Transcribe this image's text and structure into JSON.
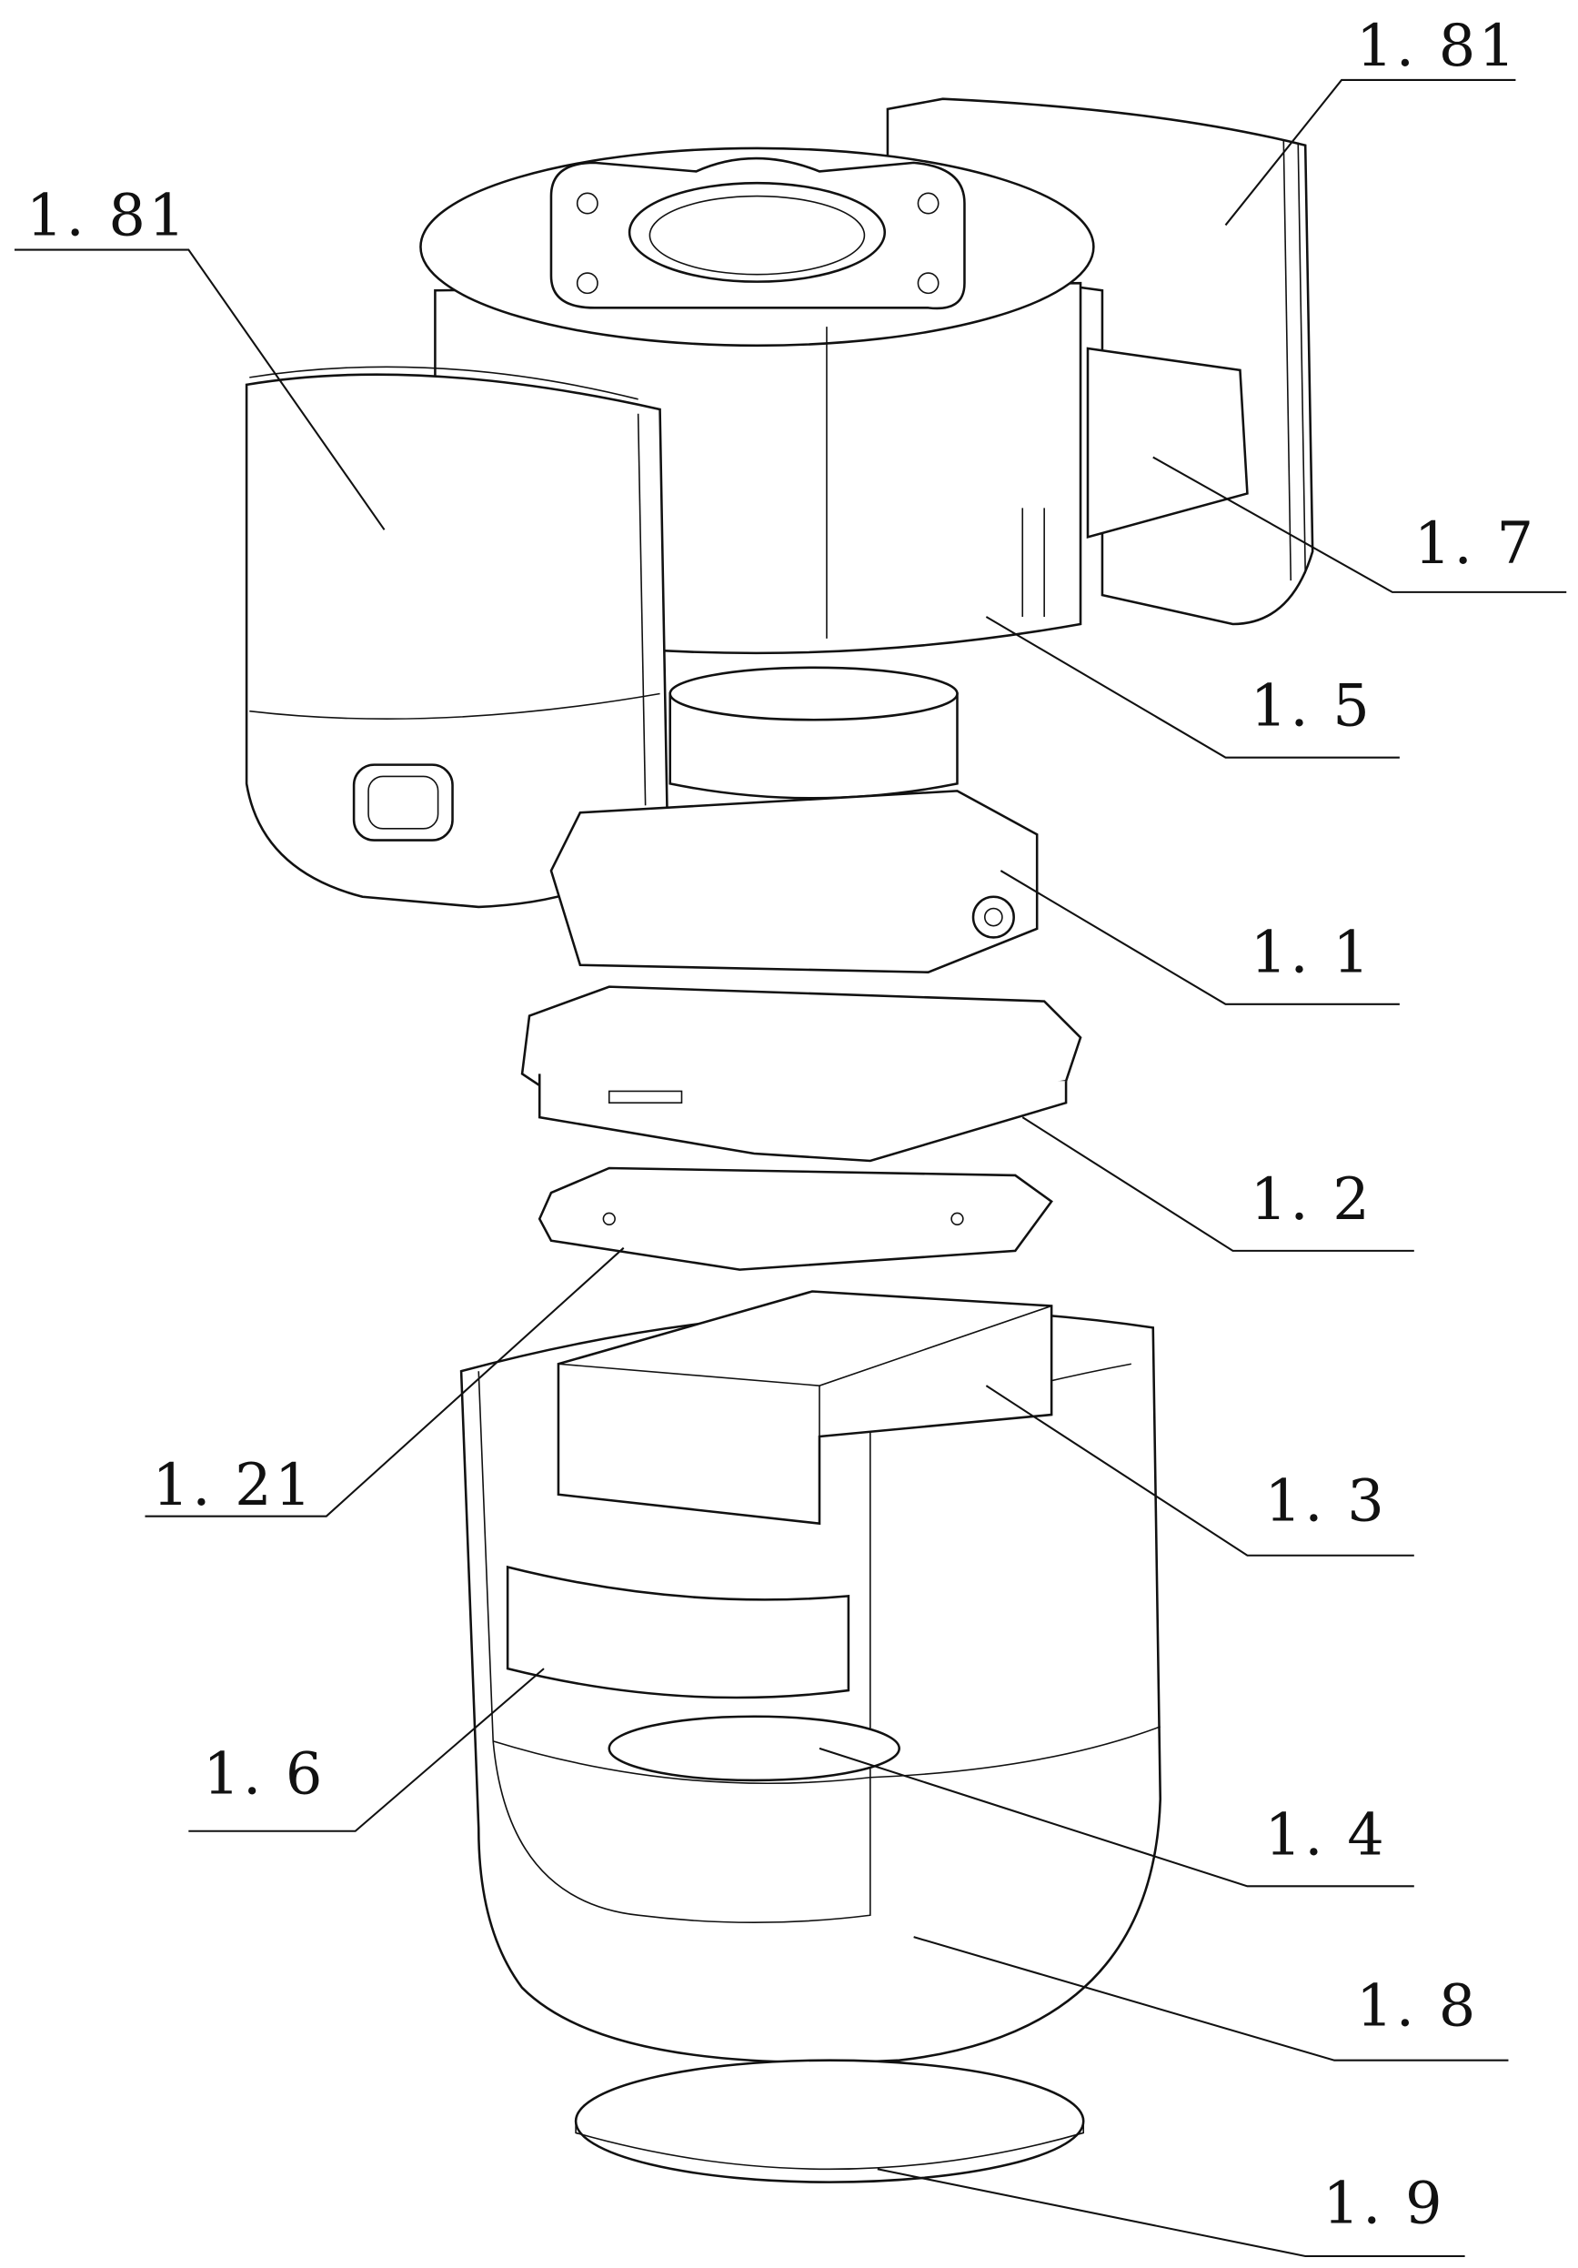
{
  "figure": {
    "type": "exploded-view patent drawing",
    "labels": [
      {
        "id": "1.81",
        "text": "1. 81"
      },
      {
        "id": "1.81-left",
        "text": "1. 81"
      },
      {
        "id": "1.7",
        "text": "1. 7"
      },
      {
        "id": "1.5",
        "text": "1. 5"
      },
      {
        "id": "1.1",
        "text": "1. 1"
      },
      {
        "id": "1.2",
        "text": "1. 2"
      },
      {
        "id": "1.21",
        "text": "1. 21"
      },
      {
        "id": "1.3",
        "text": "1. 3"
      },
      {
        "id": "1.6",
        "text": "1. 6"
      },
      {
        "id": "1.4",
        "text": "1. 4"
      },
      {
        "id": "1.8",
        "text": "1. 8"
      },
      {
        "id": "1.9",
        "text": "1. 9"
      }
    ]
  }
}
